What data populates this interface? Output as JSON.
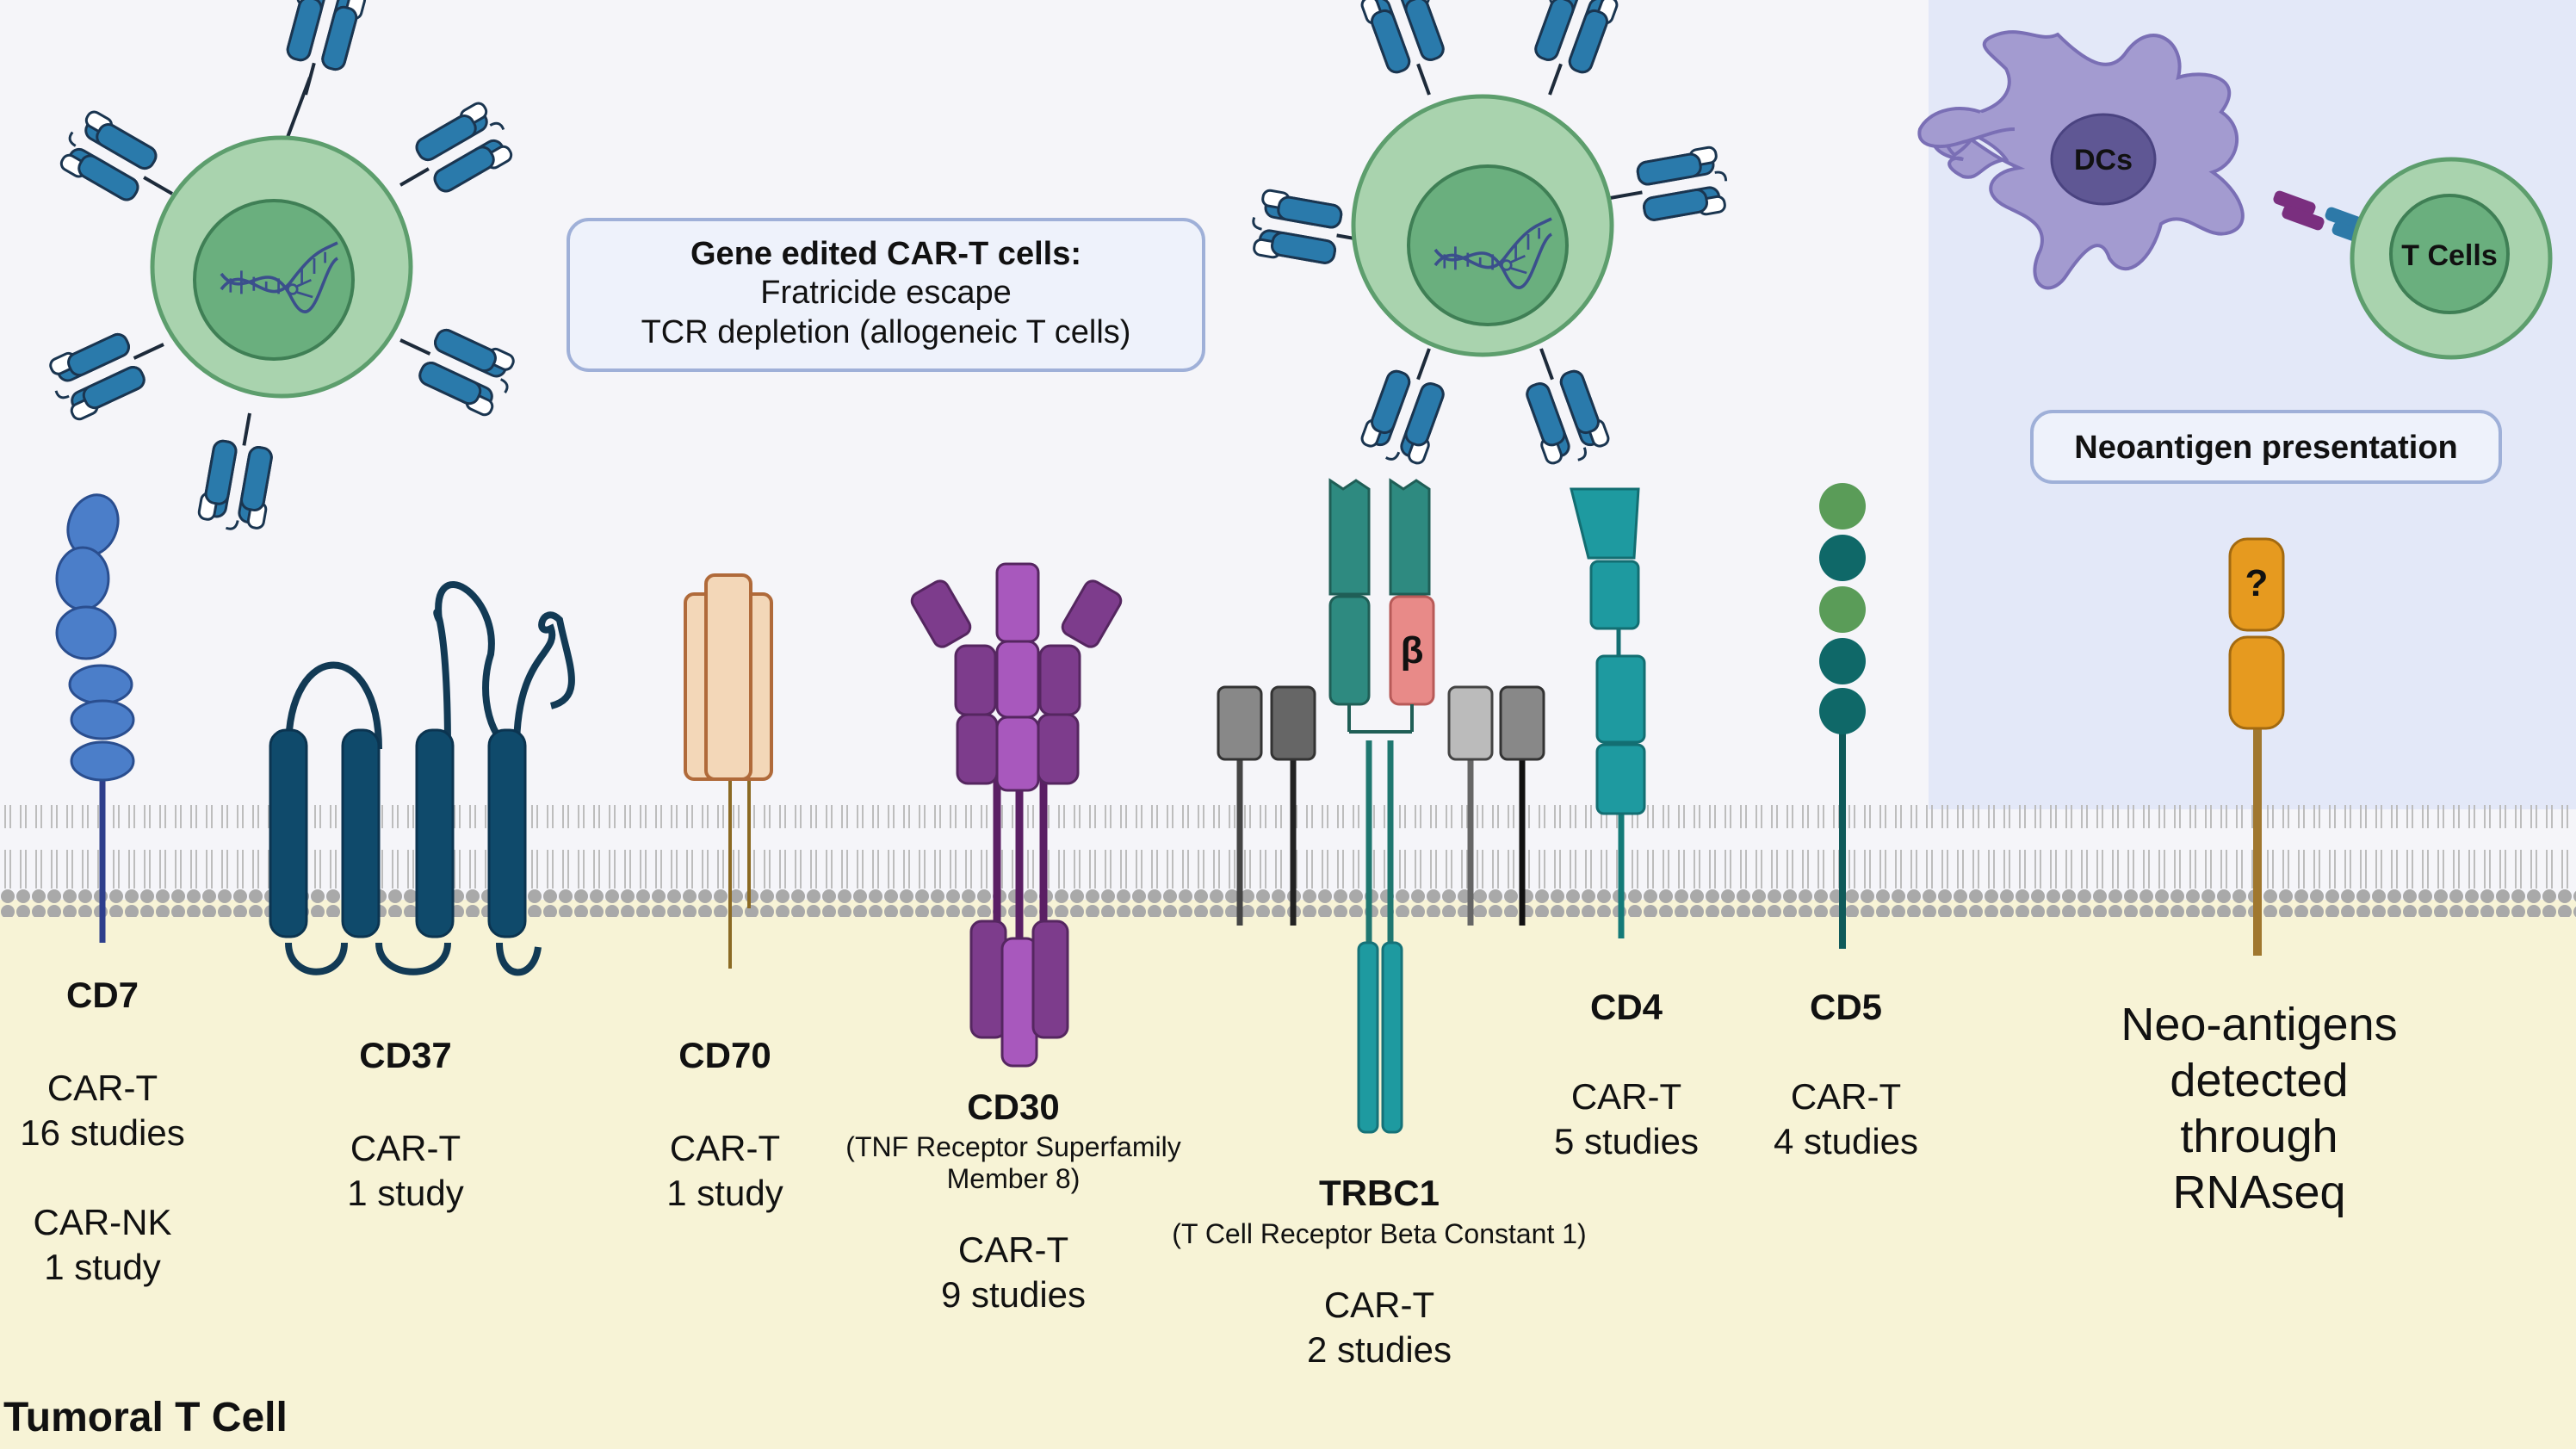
{
  "colors": {
    "extracellular_bg": "#f5f5f9",
    "cytoplasm_bg": "#f7f3d6",
    "neo_panel_bg": "#e3e8f8",
    "membrane": "#a8a8a8",
    "cell_outer": "#a9d3ae",
    "cell_nucleus": "#6aaf7e",
    "car_receptor": "#2d79a8",
    "label_box_border": "#9fb0d8"
  },
  "car_t_box": {
    "title": "Gene edited CAR-T cells:",
    "line1": "Fratricide escape",
    "line2": "TCR depletion (allogeneic T cells)"
  },
  "neo_panel": {
    "dc_label": "DCs",
    "tcell_label": "T Cells",
    "box_label": "Neoantigen presentation",
    "question_mark": "?",
    "text_line1": "Neo-antigens",
    "text_line2": "detected",
    "text_line3": "through",
    "text_line4": "RNAseq"
  },
  "beta_label": "β",
  "targets": {
    "cd7": {
      "name": "CD7",
      "line1": "CAR-T",
      "line2": "16 studies",
      "line3": "CAR-NK",
      "line4": "1 study"
    },
    "cd37": {
      "name": "CD37",
      "line1": "CAR-T",
      "line2": "1 study"
    },
    "cd70": {
      "name": "CD70",
      "line1": "CAR-T",
      "line2": "1 study"
    },
    "cd30": {
      "name": "CD30",
      "sub1": "(TNF Receptor Superfamily",
      "sub2": "Member 8)",
      "line1": "CAR-T",
      "line2": "9 studies"
    },
    "trbc1": {
      "name": "TRBC1",
      "sub1": "(T Cell Receptor Beta Constant 1)",
      "line1": "CAR-T",
      "line2": "2 studies"
    },
    "cd4": {
      "name": "CD4",
      "line1": "CAR-T",
      "line2": "5 studies"
    },
    "cd5": {
      "name": "CD5",
      "line1": "CAR-T",
      "line2": "4 studies"
    }
  },
  "cell_title": "Tumoral T Cell"
}
